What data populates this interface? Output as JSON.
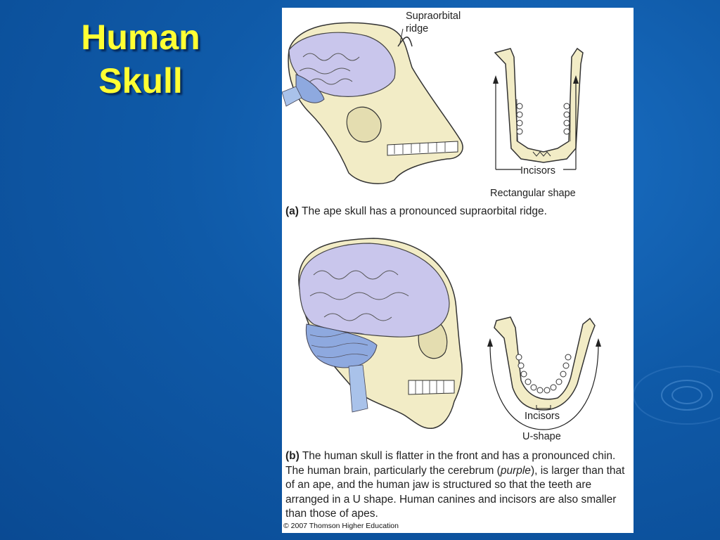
{
  "slide": {
    "title_line1": "Human",
    "title_line2": "Skull"
  },
  "figure": {
    "labels": {
      "supraorbital_1": "Supraorbital",
      "supraorbital_2": "ridge",
      "incisors_a": "Incisors",
      "rectangular_shape": "Rectangular shape",
      "incisors_b": "Incisors",
      "u_shape": "U-shape"
    },
    "caption_a": {
      "tag": "(a)",
      "text": " The ape skull has a pronounced supraorbital ridge."
    },
    "caption_b": {
      "tag": "(b)",
      "text_1": " The human skull is flatter in the front and has a pronounced chin. The human brain, particularly the cerebrum (",
      "emphasis": "purple",
      "text_2": "), is larger than that of an ape, and the human jaw is structured so that the teeth are arranged in a U shape. Human canines and incisors are also smaller than those of apes."
    },
    "copyright": "© 2007 Thomson Higher Education"
  },
  "colors": {
    "bone": "#f2ecc6",
    "brain": "#c9c6ec",
    "cerebellum": "#8ea9df",
    "title": "#ffff33"
  }
}
